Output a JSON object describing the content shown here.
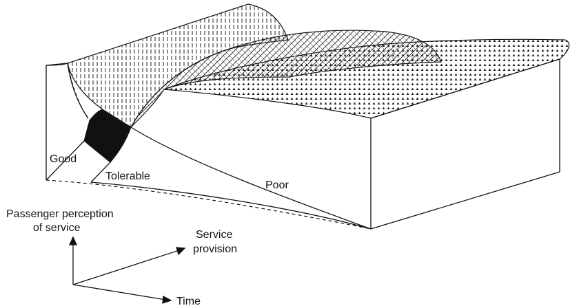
{
  "regions": {
    "good": "Good",
    "tolerable": "Tolerable",
    "poor": "Poor"
  },
  "axes": {
    "vertical_line1": "Passenger perception",
    "vertical_line2": "of service",
    "diagonal_line1": "Service",
    "diagonal_line2": "provision",
    "horizontal": "Time"
  },
  "colors": {
    "outline": "#111111",
    "band_fill": "#111111",
    "background": "#ffffff"
  }
}
